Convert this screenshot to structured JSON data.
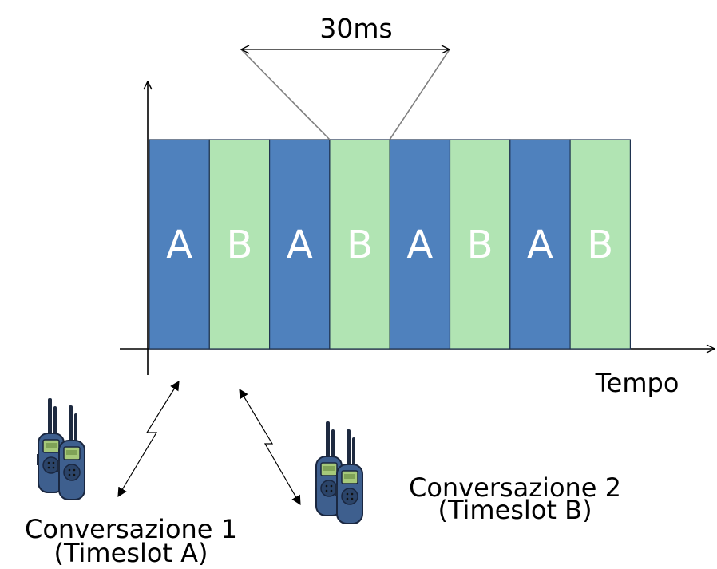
{
  "duration_label": "30ms",
  "time_axis_label": "Tempo",
  "colors": {
    "slot_a": "#4f81bd",
    "slot_b": "#b1e4b3",
    "slot_text": "#ffffff"
  },
  "slots": [
    "A",
    "B",
    "A",
    "B",
    "A",
    "B",
    "A",
    "B"
  ],
  "conversations": [
    {
      "title": "Conversazione 1",
      "subtitle": "(Timeslot A)",
      "icon": "walkie-talkie-pair-icon"
    },
    {
      "title": "Conversazione 2",
      "subtitle": "(Timeslot B)",
      "icon": "walkie-talkie-pair-icon"
    }
  ]
}
